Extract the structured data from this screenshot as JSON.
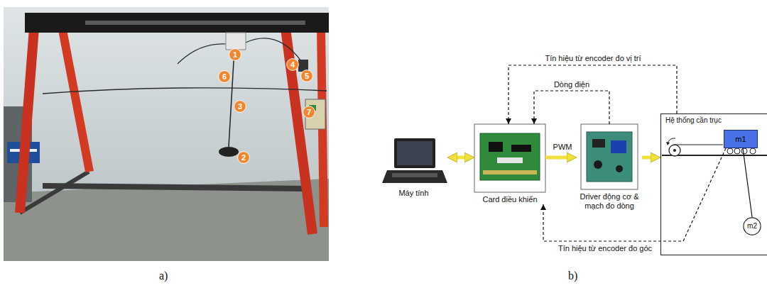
{
  "diagram": {
    "nodes": [
      {
        "text": [
          "1"
        ]
      },
      {
        "text": [
          "4"
        ]
      },
      {
        "text": [
          "5"
        ]
      },
      {
        "text": [
          "6"
        ]
      },
      {
        "text": [
          "3"
        ]
      },
      {
        "text": [
          "7"
        ]
      },
      {
        "text": [
          "2"
        ]
      },
      {
        "text": [
          "Máy tính"
        ]
      },
      {
        "text": [
          "Card điều khiển"
        ]
      },
      {
        "text": [
          "Driver động cơ & mạch đo dòng"
        ]
      },
      {
        "text": [
          "Hệ thống cần trục"
        ]
      },
      {
        "text": [
          "m1"
        ],
        "in": 10
      },
      {
        "text": [
          "m2"
        ],
        "in": 10
      }
    ],
    "edges": [
      {
        "from": 7,
        "to": 8,
        "arrow": "both"
      },
      {
        "from": 8,
        "to": 9,
        "label": "PWM",
        "arrow": "to"
      },
      {
        "from": 9,
        "to": 10,
        "arrow": "to"
      },
      {
        "from": 10,
        "to": 8,
        "label": "Tín hiệu từ encoder đo vị trí",
        "arrow": "to"
      },
      {
        "from": 9,
        "to": 8,
        "label": "Dòng điện",
        "arrow": "to"
      },
      {
        "from": 11,
        "to": 8,
        "label": "Tín hiệu từ encoder đo góc",
        "arrow": "to"
      },
      {
        "from": 11,
        "to": 12,
        "arrow": "none"
      }
    ],
    "labels": [
      "a)",
      "b)"
    ]
  }
}
